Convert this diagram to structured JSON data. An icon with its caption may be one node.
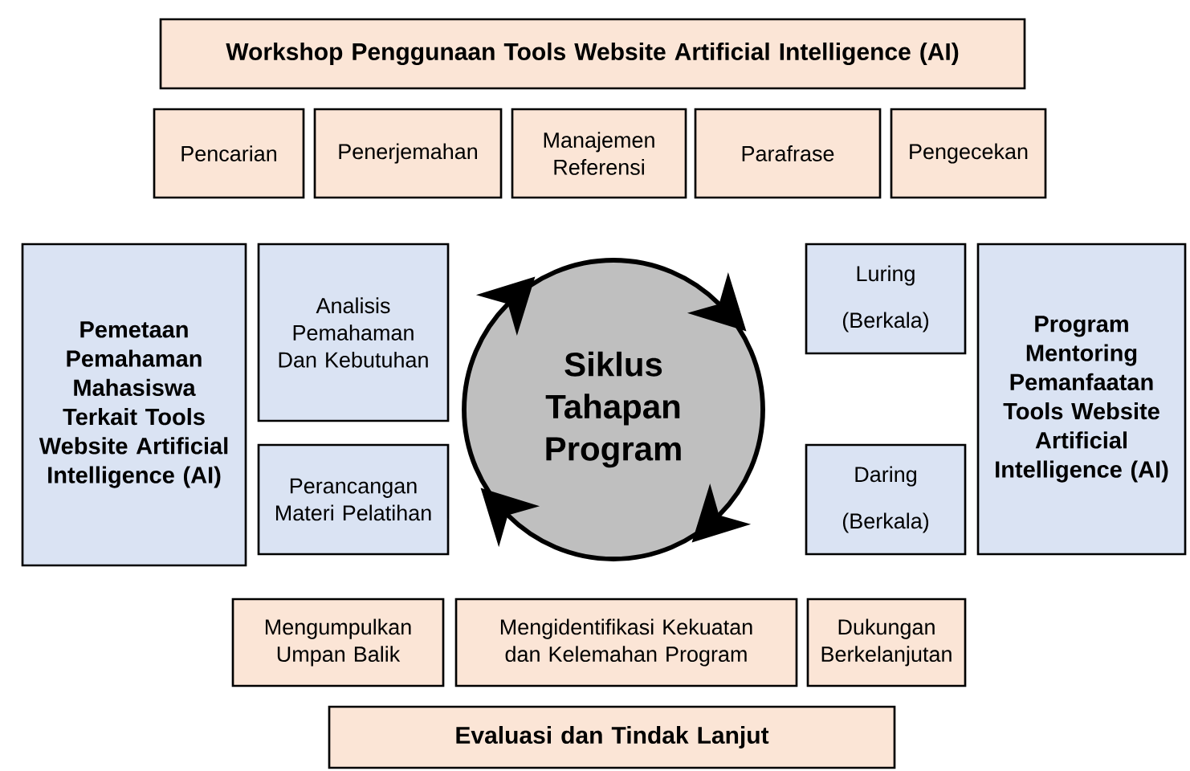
{
  "diagram": {
    "nodes": [
      {
        "text": [
          "Workshop Penggunaan Tools Website Artificial Intelligence (AI)"
        ]
      },
      {
        "text": [
          "Pencarian"
        ]
      },
      {
        "text": [
          "Penerjemahan"
        ]
      },
      {
        "text": [
          "Manajemen Referensi"
        ]
      },
      {
        "text": [
          "Parafrase"
        ]
      },
      {
        "text": [
          "Pengecekan"
        ]
      },
      {
        "text": [
          "Pemetaan Pemahaman Mahasiswa Terkait Tools Website Artificial Intelligence (AI)"
        ]
      },
      {
        "text": [
          "Analisis Pemahaman Dan Kebutuhan"
        ]
      },
      {
        "text": [
          "Perancangan Materi Pelatihan"
        ]
      },
      {
        "text": [
          "Siklus Tahapan Program"
        ]
      },
      {
        "text": [
          "Luring",
          "(Berkala)"
        ]
      },
      {
        "text": [
          "Daring",
          "(Berkala)"
        ]
      },
      {
        "text": [
          "Program Mentoring Pemanfaatan Tools Website Artificial Intelligence (AI)"
        ]
      },
      {
        "text": [
          "Mengumpulkan Umpan Balik"
        ]
      },
      {
        "text": [
          "Mengidentifikasi Kekuatan dan Kelemahan Program"
        ]
      },
      {
        "text": [
          "Dukungan Berkelanjutan"
        ]
      },
      {
        "text": [
          "Evaluasi dan Tindak Lanjut"
        ]
      }
    ]
  }
}
